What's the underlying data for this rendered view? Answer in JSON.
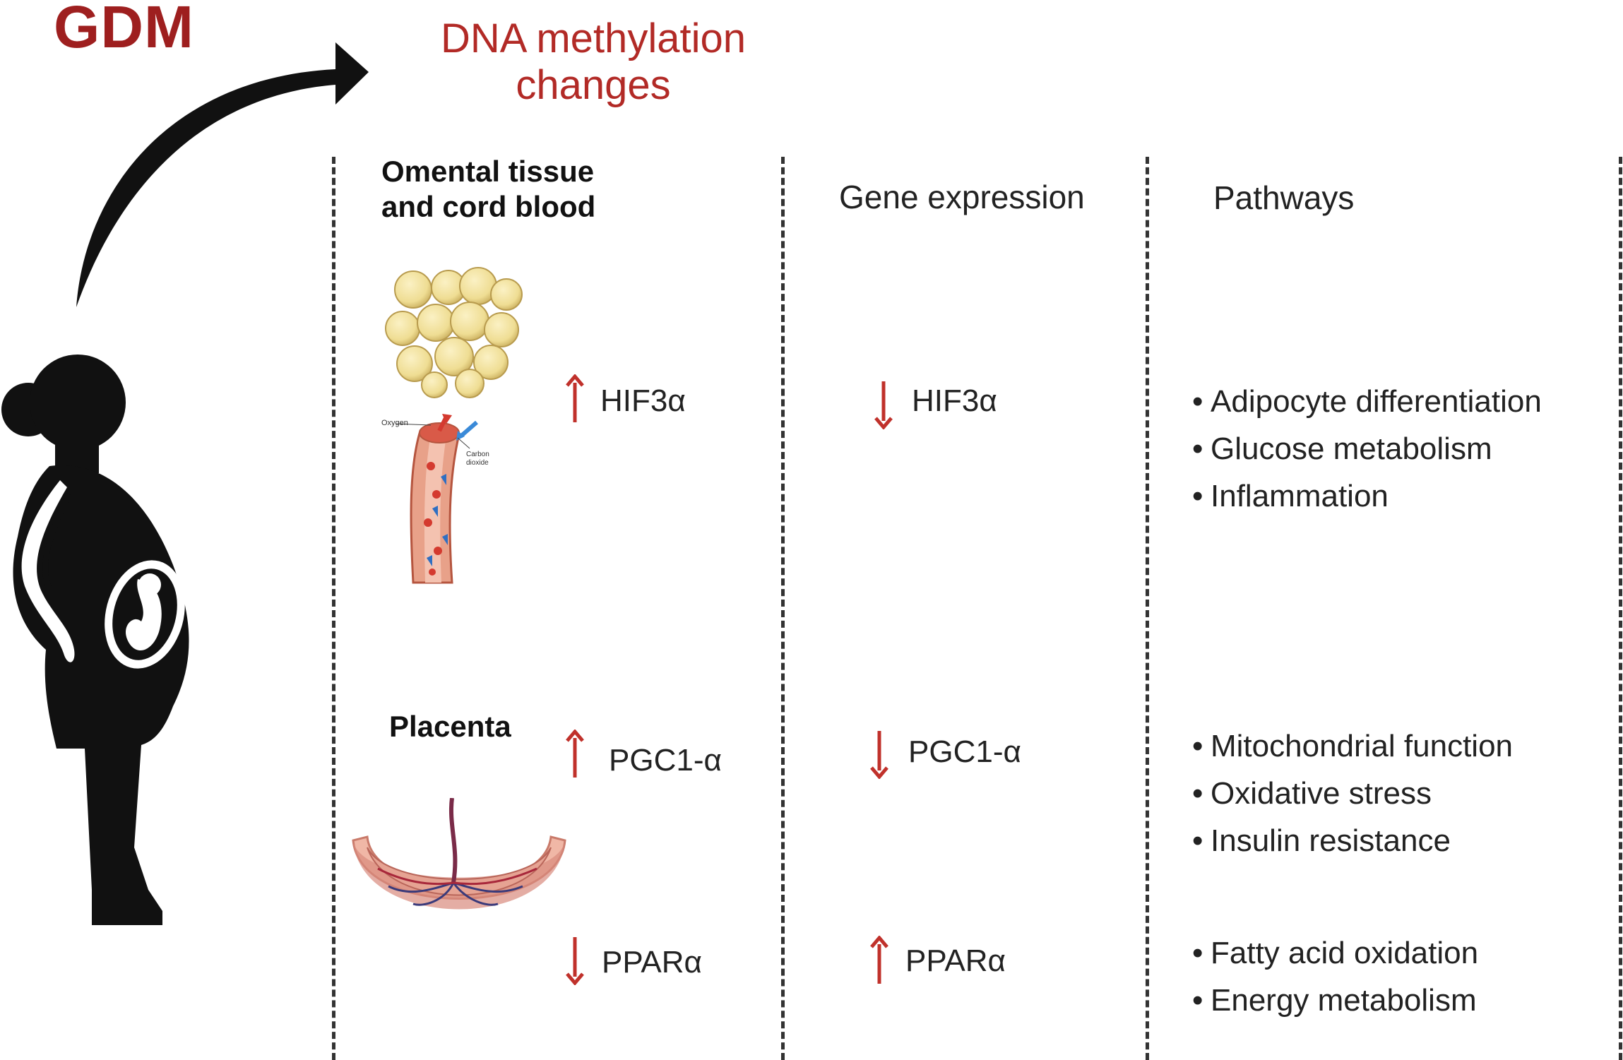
{
  "title": "GDM",
  "subtitle_line1": "DNA methylation",
  "subtitle_line2": "changes",
  "col1": {
    "header_line1": "Omental tissue",
    "header_line2": "and cord blood",
    "placenta_label": "Placenta",
    "figure_labels": {
      "oxygen": "Oxygen",
      "carbon": "Carbon",
      "dioxide": "dioxide"
    }
  },
  "col2": {
    "header": "Gene expression"
  },
  "col3": {
    "header": "Pathways"
  },
  "rows": [
    {
      "gene": "HIF3α",
      "methylation": "up",
      "expression": "down",
      "pathways": [
        "Adipocyte differentiation",
        "Glucose metabolism",
        "Inflammation"
      ]
    },
    {
      "gene": "PGC1-α",
      "methylation": "up",
      "expression": "down",
      "pathways": [
        "Mitochondrial function",
        "Oxidative stress",
        "Insulin resistance"
      ]
    },
    {
      "gene": "PPARα",
      "methylation": "down",
      "expression": "up",
      "pathways": [
        "Fatty acid oxidation",
        "Energy metabolism"
      ]
    }
  ],
  "bullet": "•",
  "colors": {
    "title": "#9e1f1f",
    "accent": "#b22a26",
    "arrow": "#c0312b",
    "silhouette": "#111111",
    "fat_cell": "#efdd93",
    "vessel": "#e8a189",
    "placenta": "#d98a7e"
  },
  "icons": [
    "curved-arrow",
    "pregnant-woman-silhouette",
    "fat-cells",
    "blood-vessel",
    "placenta",
    "up-arrow-icon",
    "down-arrow-icon"
  ]
}
